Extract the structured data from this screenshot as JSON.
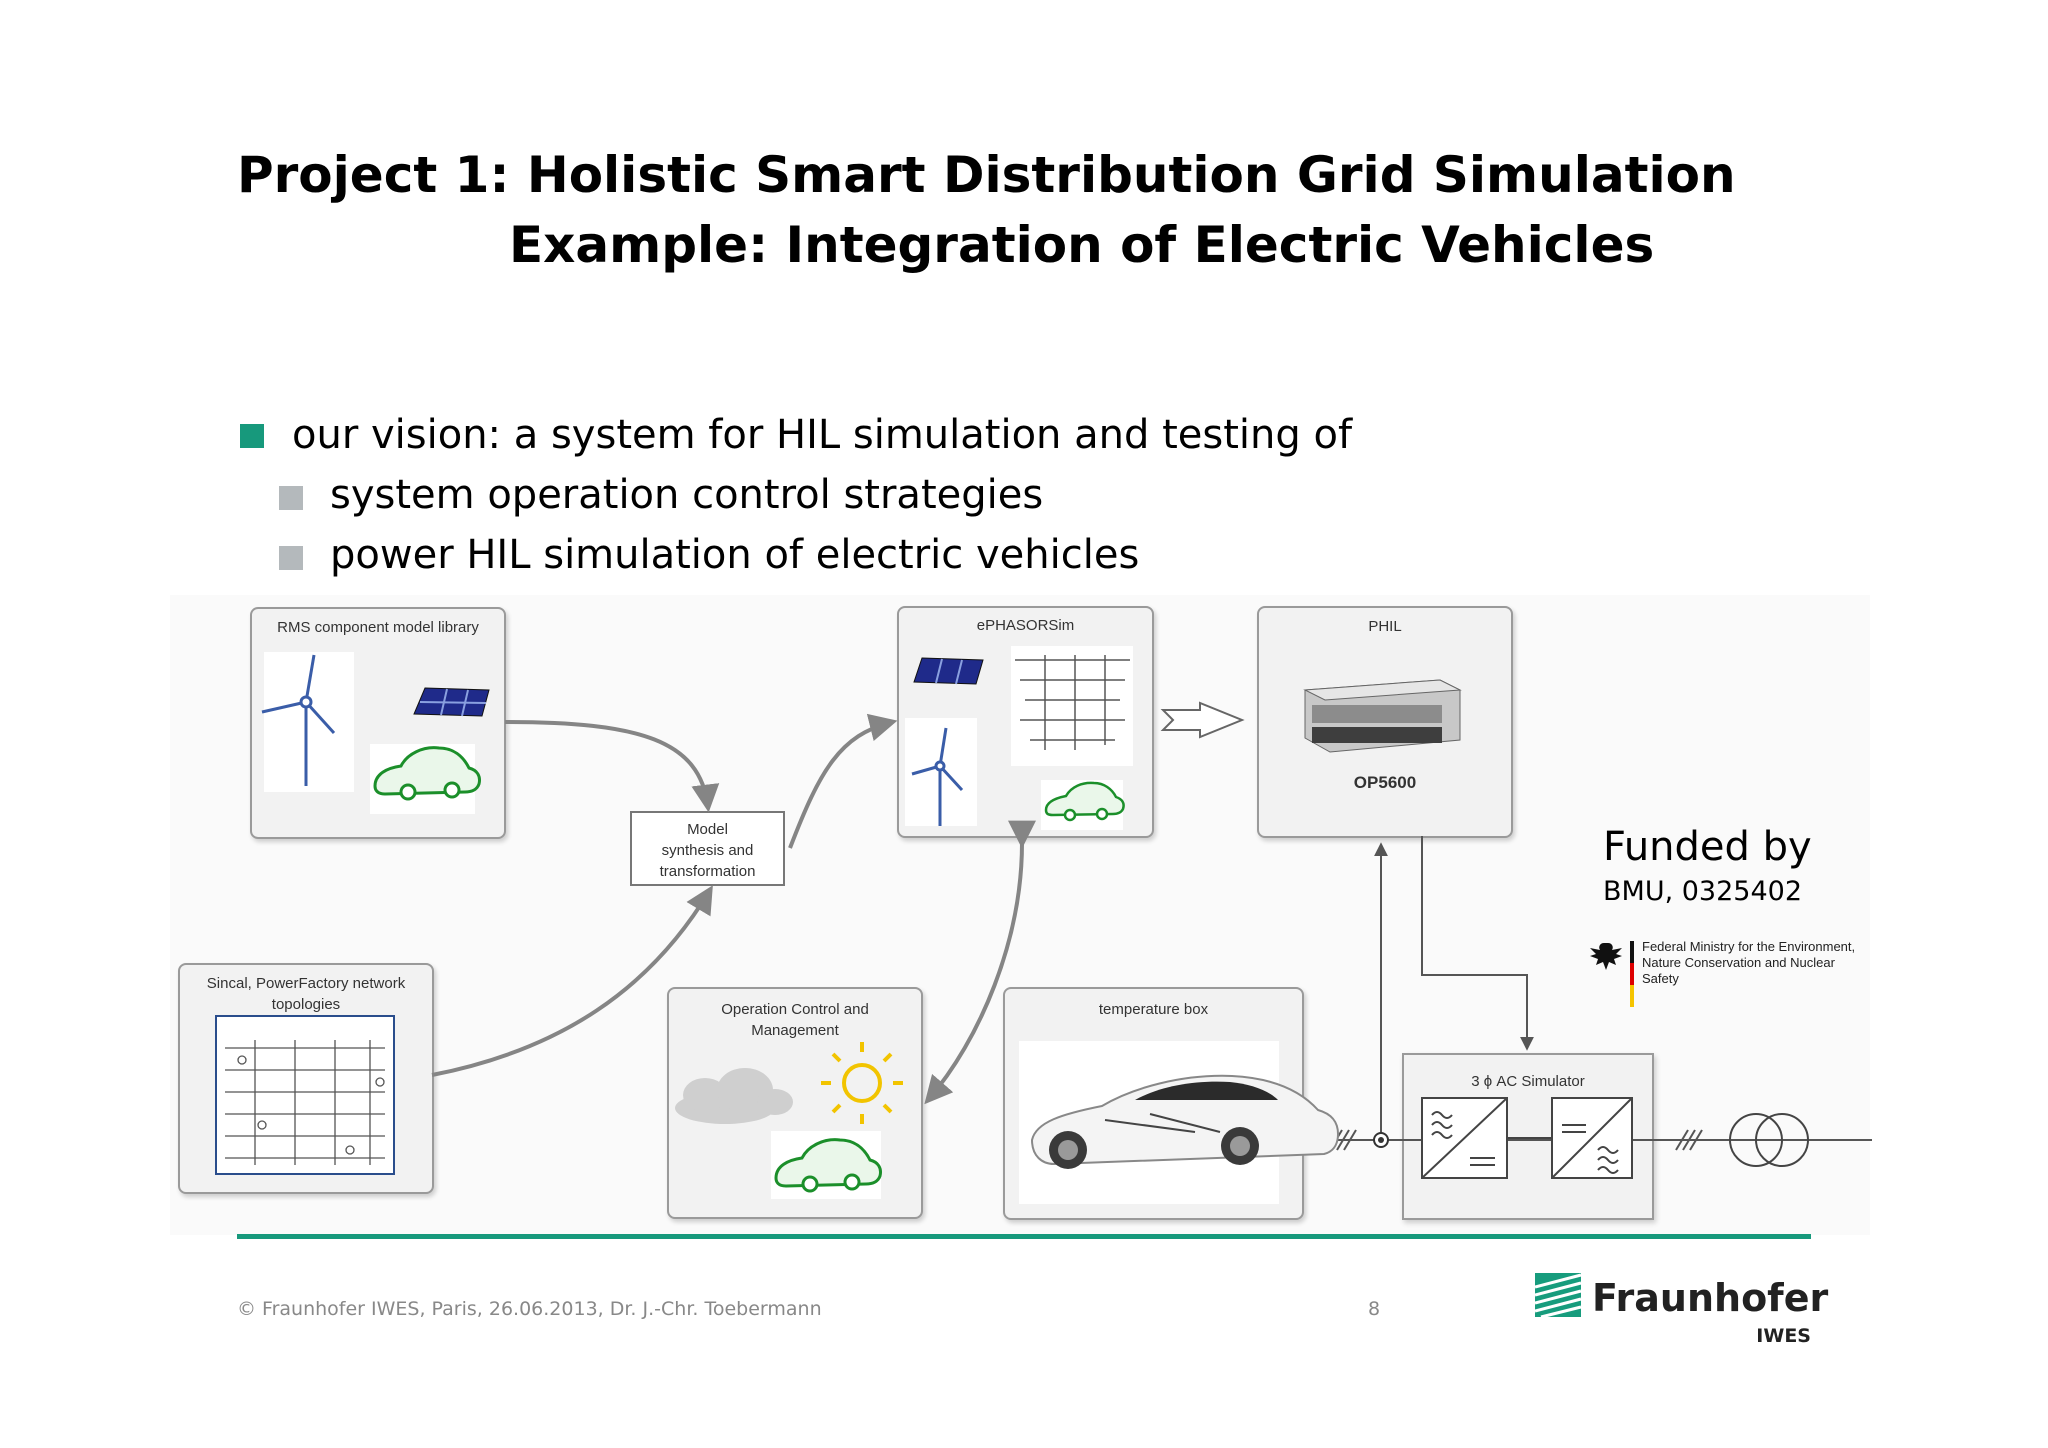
{
  "slide": {
    "title_line1": "Project 1: Holistic Smart Distribution Grid Simulation",
    "title_line2": "Example: Integration of Electric Vehicles",
    "bullet_main": "our vision: a system for HIL simulation and testing of",
    "sub_bullets": [
      "system operation control strategies",
      "power HIL simulation of electric vehicles"
    ]
  },
  "diagram": {
    "rms_library": "RMS component model library",
    "model_synthesis": "Model synthesis and transformation",
    "ephasorsim": "ePHASORSim",
    "phil": "PHIL",
    "op5600": "OP5600",
    "network_topologies": "Sincal, PowerFactory network topologies",
    "operation_control": "Operation Control and Management",
    "temperature_box": "temperature box",
    "ac_simulator": "3 ϕ AC Simulator"
  },
  "funding": {
    "heading": "Funded by",
    "reference": "BMU, 0325402",
    "ministry": "Federal Ministry for the Environment, Nature Conservation and Nuclear Safety"
  },
  "footer": {
    "credit": "© Fraunhofer IWES, Paris, 26.06.2013,  Dr. J.-Chr. Toebermann",
    "page": "8",
    "logo_name": "Fraunhofer",
    "logo_sub": "IWES"
  },
  "colors": {
    "accent": "#17997c",
    "sub_bullet": "#b4b9bc"
  }
}
